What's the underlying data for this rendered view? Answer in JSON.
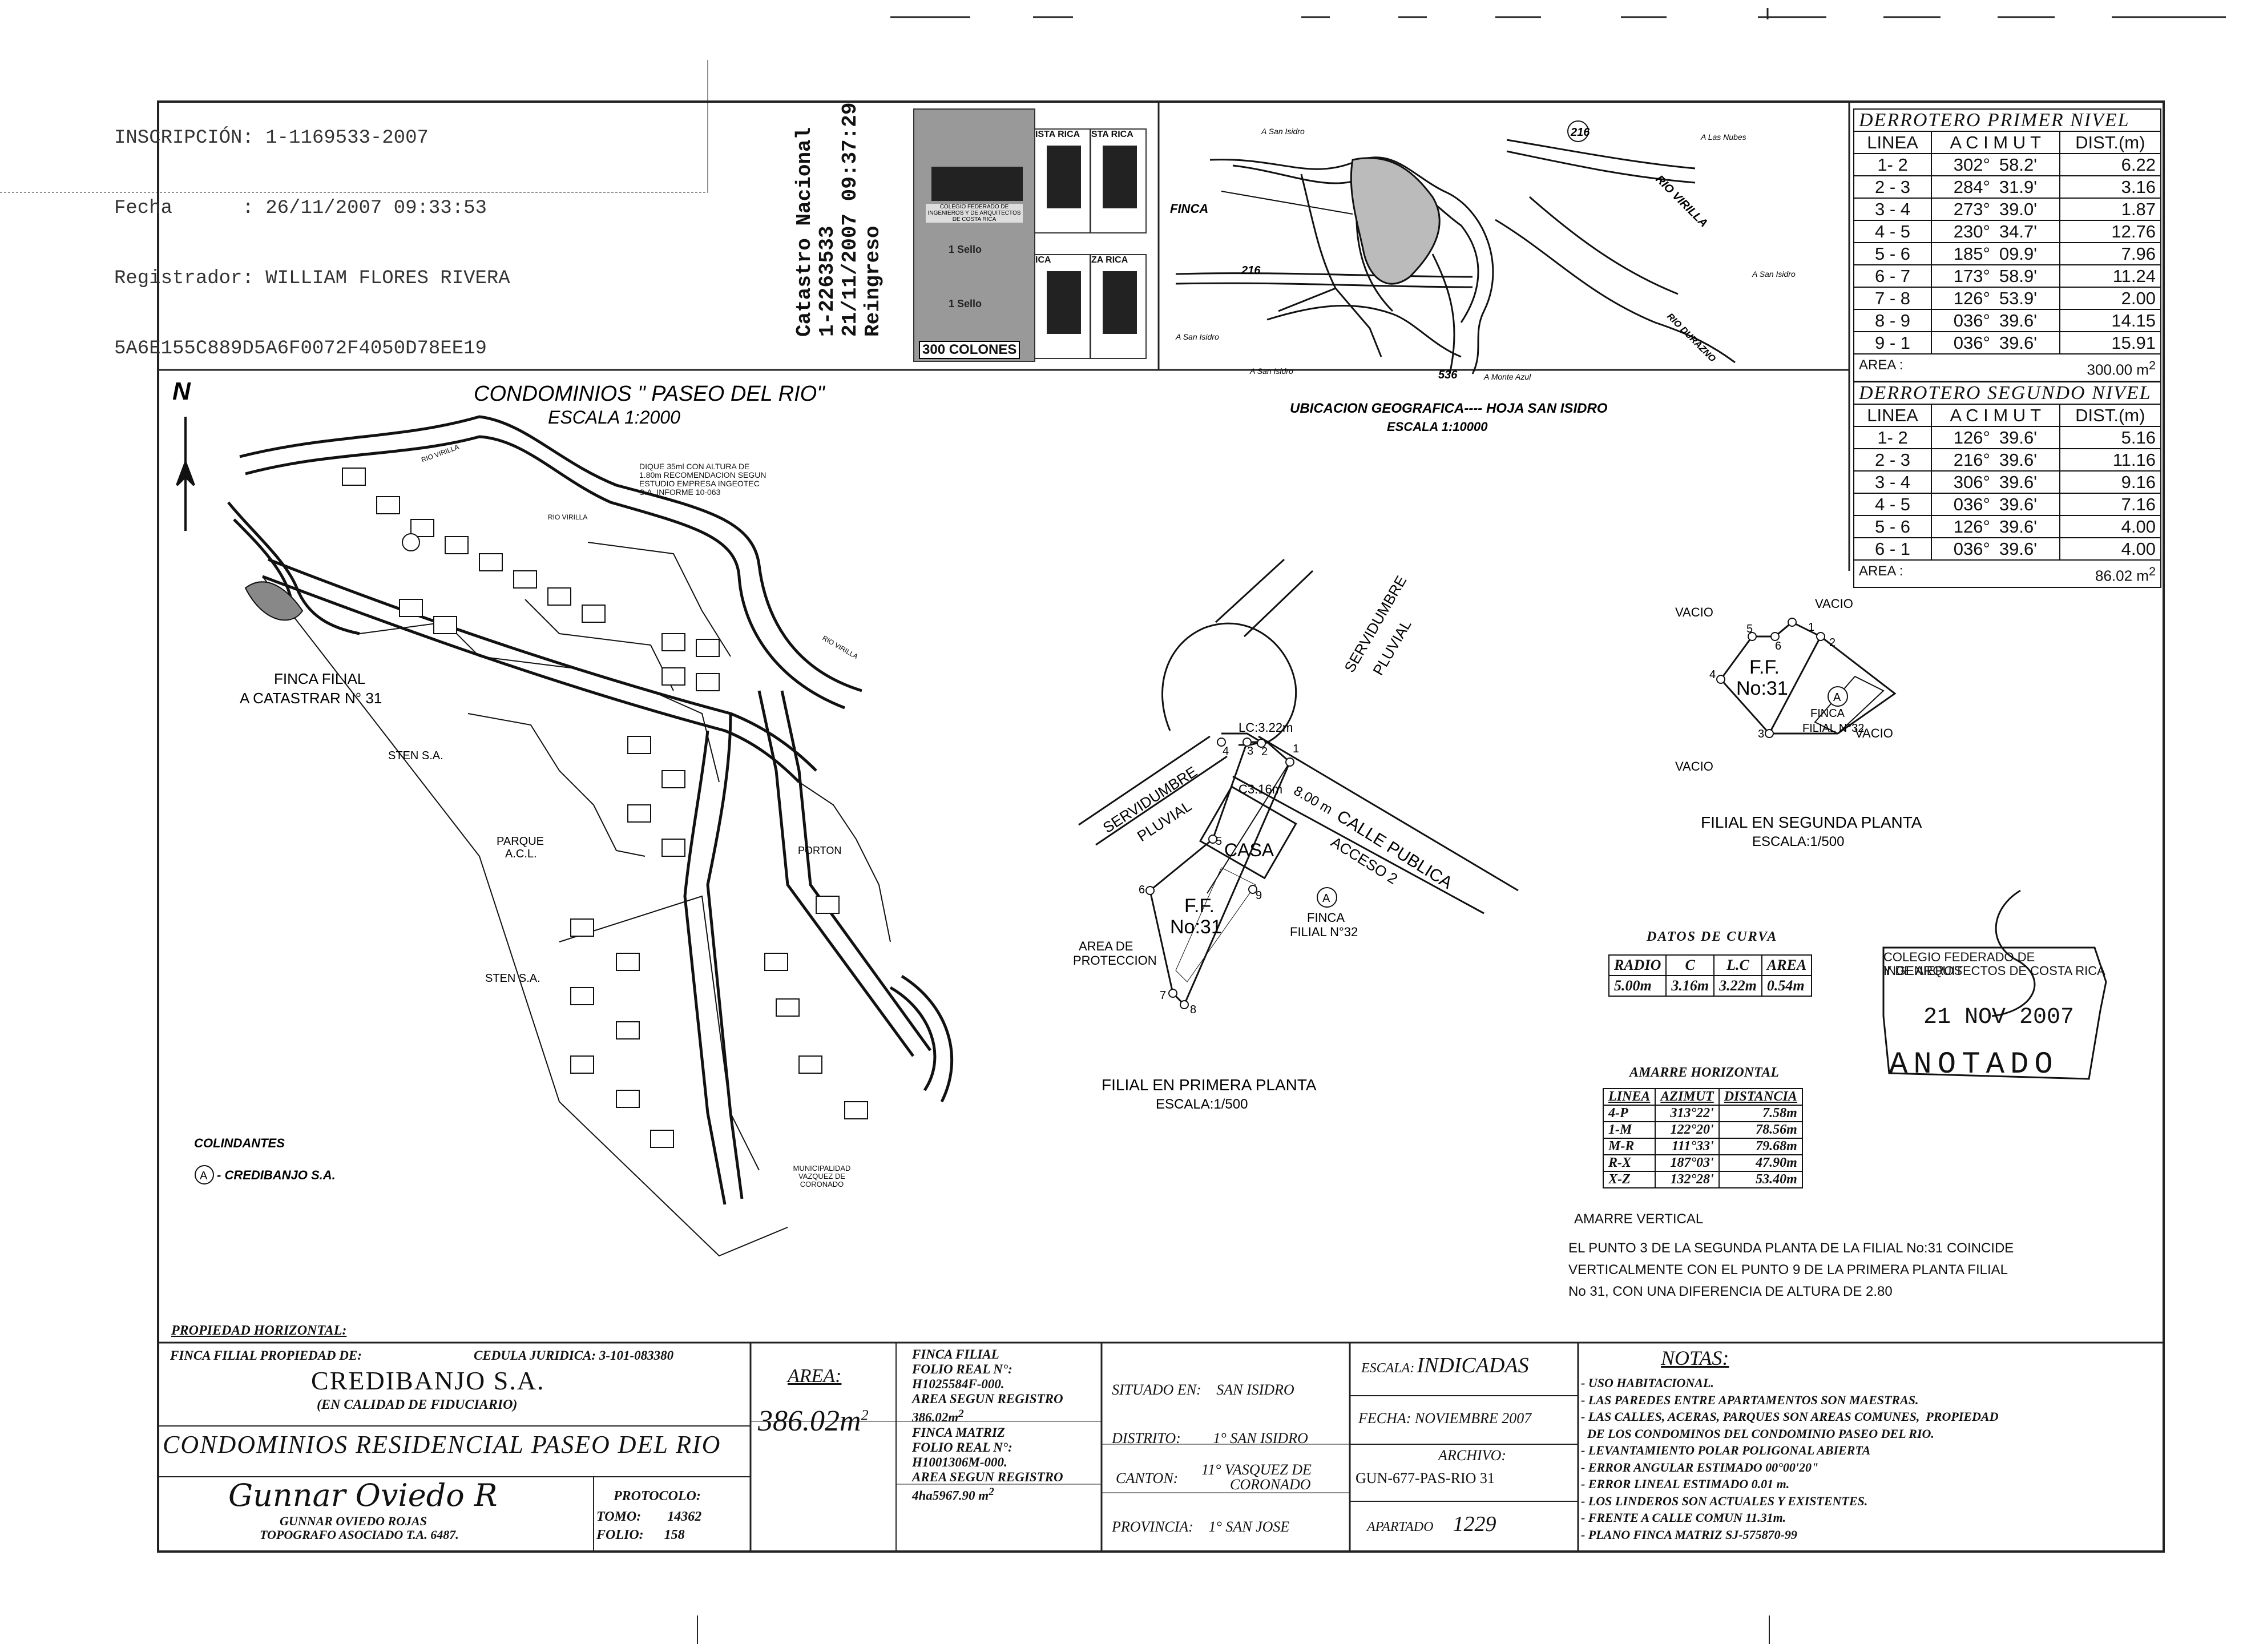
{
  "stamp": {
    "line1": "INSCRIPCIÓN: 1-1169533-2007",
    "line2": "Fecha      : 26/11/2007 09:33:53",
    "line3": "Registrador: WILLIAM FLORES RIVERA",
    "line4": "5A6E155C889D5A6F0072F4050D78EE19"
  },
  "catastro": {
    "line1": "Catastro Nacional",
    "line2": "1-2263533",
    "line3": "21/11/2007 09:37:29",
    "line4": "Reingreso"
  },
  "timbres": {
    "colones": "300 COLONES",
    "colegio": "COLEGIO FEDERADO DE INGENIEROS Y DE ARQUITECTOS DE COSTA RICA",
    "rica1": "ISTA RICA",
    "rica2": "STA RICA",
    "rica3": "ICA",
    "rica4": "ZA RICA",
    "sello1": "1 Sello",
    "sello2": "1 Sello"
  },
  "location_map": {
    "caption1": "UBICACION GEOGRAFICA---- HOJA SAN ISIDRO",
    "caption2": "ESCALA 1:10000",
    "finca": "FINCA",
    "rio_virilla": "RIO VIRILLA",
    "rio_durazno": "RIO DURAZNO",
    "route_216_a": "216",
    "route_216_b": "216",
    "route_536": "536",
    "a_san_isidro_1": "A San Isidro",
    "a_san_isidro_2": "A San Isidro",
    "a_san_isidro_3": "A San Isidro",
    "a_san_isidro_4": "A San Isidro",
    "a_las_nubes": "A Las Nubes",
    "a_monte_azul": "A Monte Azul"
  },
  "derrotero1": {
    "title": "DERROTERO PRIMER NIVEL",
    "h_linea": "LINEA",
    "h_azimut": "A C I M U T",
    "h_dist": "DIST.(m)",
    "rows": [
      [
        "1- 2",
        "302°",
        "58.2'",
        "6.22"
      ],
      [
        "2 - 3",
        "284°",
        "31.9'",
        "3.16"
      ],
      [
        "3 - 4",
        "273°",
        "39.0'",
        "1.87"
      ],
      [
        "4 - 5",
        "230°",
        "34.7'",
        "12.76"
      ],
      [
        "5 - 6",
        "185°",
        "09.9'",
        "7.96"
      ],
      [
        "6 - 7",
        "173°",
        "58.9'",
        "11.24"
      ],
      [
        "7 - 8",
        "126°",
        "53.9'",
        "2.00"
      ],
      [
        "8 - 9",
        "036°",
        "39.6'",
        "14.15"
      ],
      [
        "9 - 1",
        "036°",
        "39.6'",
        "15.91"
      ]
    ],
    "area_label": "AREA :",
    "area_value": "300.00 m",
    "area_sup": "2"
  },
  "derrotero2": {
    "title": "DERROTERO SEGUNDO NIVEL",
    "h_linea": "LINEA",
    "h_azimut": "A C I M U T",
    "h_dist": "DIST.(m)",
    "rows": [
      [
        "1- 2",
        "126°",
        "39.6'",
        "5.16"
      ],
      [
        "2 - 3",
        "216°",
        "39.6'",
        "11.16"
      ],
      [
        "3 - 4",
        "306°",
        "39.6'",
        "9.16"
      ],
      [
        "4 - 5",
        "036°",
        "39.6'",
        "7.16"
      ],
      [
        "5 - 6",
        "126°",
        "39.6'",
        "4.00"
      ],
      [
        "6 - 1",
        "036°",
        "39.6'",
        "4.00"
      ]
    ],
    "area_label": "AREA :",
    "area_value": "86.02 m",
    "area_sup": "2"
  },
  "main_plan": {
    "north": "N",
    "title": "CONDOMINIOS \" PASEO DEL RIO\"",
    "scale": "ESCALA 1:2000",
    "finca_filial": "FINCA FILIAL",
    "a_catastrar": "A CATASTRAR N° 31",
    "sten1": "STEN S.A.",
    "sten2": "STEN S.A.",
    "parque": "PARQUE",
    "acl": "A.C.L.",
    "porton": "PORTON",
    "dique": "DIQUE 35ml CON ALTURA DE 1.80m RECOMENDACION SEGUN ESTUDIO EMPRESA INGEOTEC S.A. INFORME 10-063",
    "rio_virilla_1": "RIO VIRILLA",
    "rio_virilla_2": "RIO VIRILLA",
    "rio_virilla_3": "RIO VIRILLA",
    "muni": "MUNICIPALIDAD VAZQUEZ DE CORONADO",
    "colindantes": "COLINDANTES",
    "colindante_a_mark": "A",
    "colindante_a": "- CREDIBANJO S.A."
  },
  "filial1": {
    "servidumbre_top_1": "SERVIDUMBRE",
    "servidumbre_top_2": "PLUVIAL",
    "servidumbre_left_1": "SERVIDUMBRE",
    "servidumbre_left_2": "PLUVIAL",
    "radius": "8.00 m",
    "calle_1": "CALLE PUBLICA",
    "calle_2": "ACCESO 2",
    "lc": "LC:3.22m",
    "c": "C3.16m",
    "casa": "CASA",
    "ff1": "F.F.",
    "ff2": "No:31",
    "finca_filial": "FINCA",
    "filial_32": "FILIAL N°32",
    "circ_a": "A",
    "area_prot_1": "AREA DE",
    "area_prot_2": "PROTECCION",
    "p1": "1",
    "p2": "2",
    "p3": "3",
    "p4": "4",
    "p5": "5",
    "p6": "6",
    "p7": "7",
    "p8": "8",
    "p9": "9",
    "caption": "FILIAL EN PRIMERA PLANTA",
    "scale": "ESCALA:1/500"
  },
  "filial2": {
    "vacio1": "VACIO",
    "vacio2": "VACIO",
    "vacio3": "VACIO",
    "vacio4": "VACIO",
    "ff1": "F.F.",
    "ff2": "No:31",
    "circ_a": "A",
    "finca": "FINCA",
    "filial32": "FILIAL N°32",
    "p1": "1",
    "p2": "2",
    "p3": "3",
    "p4": "4",
    "p5": "5",
    "p6": "6",
    "caption": "FILIAL EN SEGUNDA PLANTA",
    "scale": "ESCALA:1/500"
  },
  "curva": {
    "title": "DATOS DE CURVA",
    "headers": [
      "RADIO",
      "C",
      "L.C",
      "AREA"
    ],
    "values": [
      "5.00m",
      "3.16m",
      "3.22m",
      "0.54m"
    ]
  },
  "amarre": {
    "title": "AMARRE HORIZONTAL",
    "headers": [
      "LINEA",
      "AZIMUT",
      "DISTANCIA"
    ],
    "rows": [
      [
        "4-P",
        "313°22'",
        "7.58m"
      ],
      [
        "1-M",
        "122°20'",
        "78.56m"
      ],
      [
        "M-R",
        "111°33'",
        "79.68m"
      ],
      [
        "R-X",
        "187°03'",
        "47.90m"
      ],
      [
        "X-Z",
        "132°28'",
        "53.40m"
      ]
    ],
    "vertical_title": "AMARRE VERTICAL",
    "vertical_1": "EL PUNTO 3 DE LA SEGUNDA PLANTA DE LA FILIAL No:31 COINCIDE",
    "vertical_2": "VERTICALMENTE CON EL PUNTO 9 DE LA PRIMERA PLANTA FILIAL",
    "vertical_3": "No 31, CON UNA DIFERENCIA DE ALTURA DE 2.80"
  },
  "seal": {
    "line1": "COLEGIO FEDERADO DE INGENIEROS",
    "line2": "Y DE ARQUITECTOS DE COSTA RICA",
    "date": "21 NOV 2007",
    "anotado": "ANOTADO"
  },
  "title_block": {
    "propiedad_horizontal": "PROPIEDAD HORIZONTAL:",
    "propiedad_de": "FINCA FILIAL PROPIEDAD DE:",
    "cedula": "CEDULA JURIDICA: 3-101-083380",
    "owner": "CREDIBANJO S.A.",
    "owner_sub": "(EN CALIDAD DE FIDUCIARIO)",
    "condominio": "CONDOMINIOS RESIDENCIAL PASEO DEL RIO",
    "signature": "Gunnar Oviedo R",
    "surveyor": "GUNNAR OVIEDO ROJAS",
    "surveyor_title": "TOPOGRAFO ASOCIADO T.A. 6487.",
    "protocolo": "PROTOCOLO:",
    "tomo_label": "TOMO:",
    "tomo": "14362",
    "folio_label": "FOLIO:",
    "folio": "158",
    "area_label": "AREA:",
    "area_value": "386.02m",
    "area_sup": "2",
    "ff_label": "FINCA FILIAL",
    "ff_folio": "FOLIO REAL N°:",
    "ff_value": "H1025584F-000.",
    "ff_area_label": "AREA SEGUN REGISTRO",
    "ff_area": "386.02m",
    "fm_label": "FINCA MATRIZ",
    "fm_folio": "FOLIO REAL N°:",
    "fm_value": "H1001306M-000.",
    "fm_area_label": "AREA SEGUN REGISTRO",
    "fm_area": "4ha5967.90 m",
    "situado_label": "SITUADO EN:",
    "situado": "SAN ISIDRO",
    "distrito_label": "DISTRITO:",
    "distrito": "1° SAN ISIDRO",
    "canton_label": "CANTON:",
    "canton_1": "11° VASQUEZ DE",
    "canton_2": "CORONADO",
    "provincia_label": "PROVINCIA:",
    "provincia": "1° SAN JOSE",
    "escala_label": "ESCALA:",
    "escala": "INDICADAS",
    "fecha": "FECHA: NOVIEMBRE 2007",
    "archivo_label": "ARCHIVO:",
    "archivo": "GUN-677-PAS-RIO 31",
    "apartado_label": "APARTADO",
    "apartado": "1229",
    "notas_title": "NOTAS:",
    "notas": [
      "- USO HABITACIONAL.",
      "- LAS PAREDES ENTRE APARTAMENTOS SON MAESTRAS.",
      "- LAS CALLES, ACERAS, PARQUES SON AREAS COMUNES,  PROPIEDAD",
      "  DE LOS CONDOMINOS DEL CONDOMINIO PASEO DEL RIO.",
      "- LEVANTAMIENTO POLAR POLIGONAL ABIERTA",
      "- ERROR ANGULAR ESTIMADO 00°00'20\"",
      "- ERROR LINEAL ESTIMADO 0.01 m.",
      "- LOS LINDEROS SON ACTUALES Y EXISTENTES.",
      "- FRENTE A CALLE COMUN 11.31m.",
      "- PLANO FINCA MATRIZ SJ-575870-99"
    ]
  }
}
